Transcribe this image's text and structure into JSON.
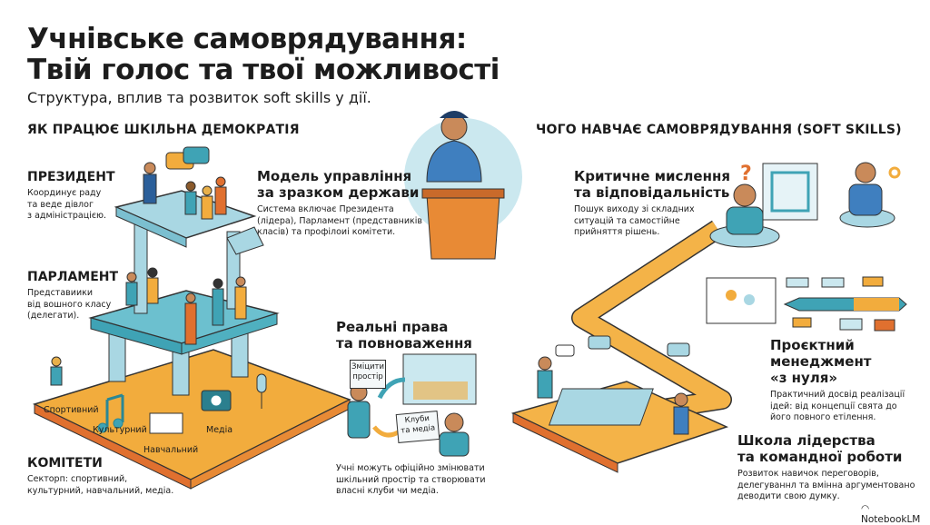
{
  "title": [
    "Учнівське самоврядування:",
    "Твій голос та твої можливості"
  ],
  "subtitle": "Структура, вплив та розвиток soft skills у дії.",
  "left_section": {
    "heading": "ЯК ПРАЦЮЄ ШКІЛЬНА ДЕМОКРАТІЯ",
    "president": {
      "title": "ПРЕЗИДЕНТ",
      "body": [
        "Координує раду",
        "та веде дівлог",
        "з адміністрацією."
      ]
    },
    "model": {
      "title": [
        "Модель управління",
        "за зразком держави"
      ],
      "body": [
        "Система включає Президента",
        "(лідера), Парламент (представників",
        "класів) та профілоиі комітети."
      ]
    },
    "parliament": {
      "title": "ПАРЛАМЕНТ",
      "body": [
        "Представиики",
        "від вошного класу",
        "(делегати)."
      ]
    },
    "committees": {
      "title": "КОМІТЕТИ",
      "body": [
        "Секторп: спортивний,",
        "культурний, навчальний, медіа."
      ]
    },
    "committee_labels": {
      "sport": "Спортивний",
      "culture": "Культурний",
      "study": "Навчальний",
      "media": "Медіа"
    }
  },
  "rights": {
    "title": [
      "Реальні права",
      "та повноваження"
    ],
    "sign1": [
      "Змiцити",
      "простір"
    ],
    "sign2": [
      "Клуби",
      "та медіа"
    ],
    "body": [
      "Учні можуть офіційно змінювати",
      "шкільний простір та створювати",
      "власні клуби чи медіа."
    ]
  },
  "right_section": {
    "heading": "ЧОГО НАВЧАЄ САМОВРЯДУВАННЯ (SOFT SKILLS)",
    "critical": {
      "title": [
        "Критичне мислення",
        "та відповідальність"
      ],
      "body": [
        "Пошук виходу зі складних",
        "ситуацій та самостійне",
        "прийняття рішень."
      ]
    },
    "project": {
      "title": [
        "Проєктний",
        "менеджмент",
        "«з нуля»"
      ],
      "body": [
        "Практичний досвід реалізації",
        "ідей: від концепції свята до",
        "його повного етілення."
      ]
    },
    "leadership": {
      "title": [
        "Школа лідерства",
        "та командної роботи"
      ],
      "body": [
        "Розвиток навичок переговорів,",
        "делегуваннл та вмінна аргументовано",
        "деводити свою думку."
      ]
    }
  },
  "brand": "NotebookLM",
  "colors": {
    "teal": "#3fa3b5",
    "light_blue": "#a9d7e3",
    "orange": "#f2a93b",
    "dark_orange": "#e0702f",
    "navy": "#2b4f7e"
  }
}
